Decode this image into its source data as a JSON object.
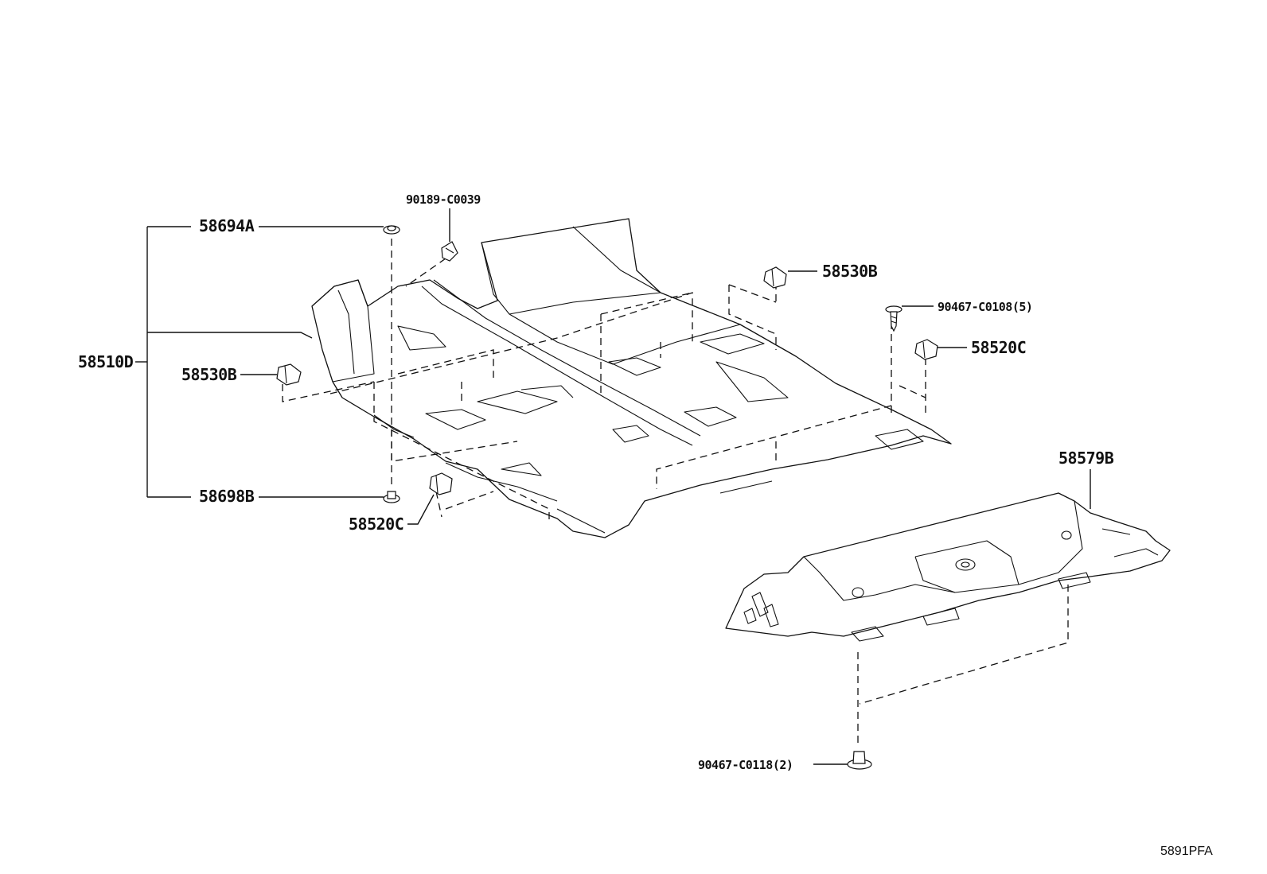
{
  "diagram": {
    "labels": {
      "p58694A": "58694A",
      "p90189": "90189-C0039",
      "p58510D": "58510D",
      "p58530B_left": "58530B",
      "p58698B": "58698B",
      "p58520C_left": "58520C",
      "p58530B_right": "58530B",
      "p90467_C0108": "90467-C0108(5)",
      "p58520C_right": "58520C",
      "p58579B": "58579B",
      "p90467_C0118": "90467-C0118(2)"
    },
    "code": "5891PFA"
  }
}
